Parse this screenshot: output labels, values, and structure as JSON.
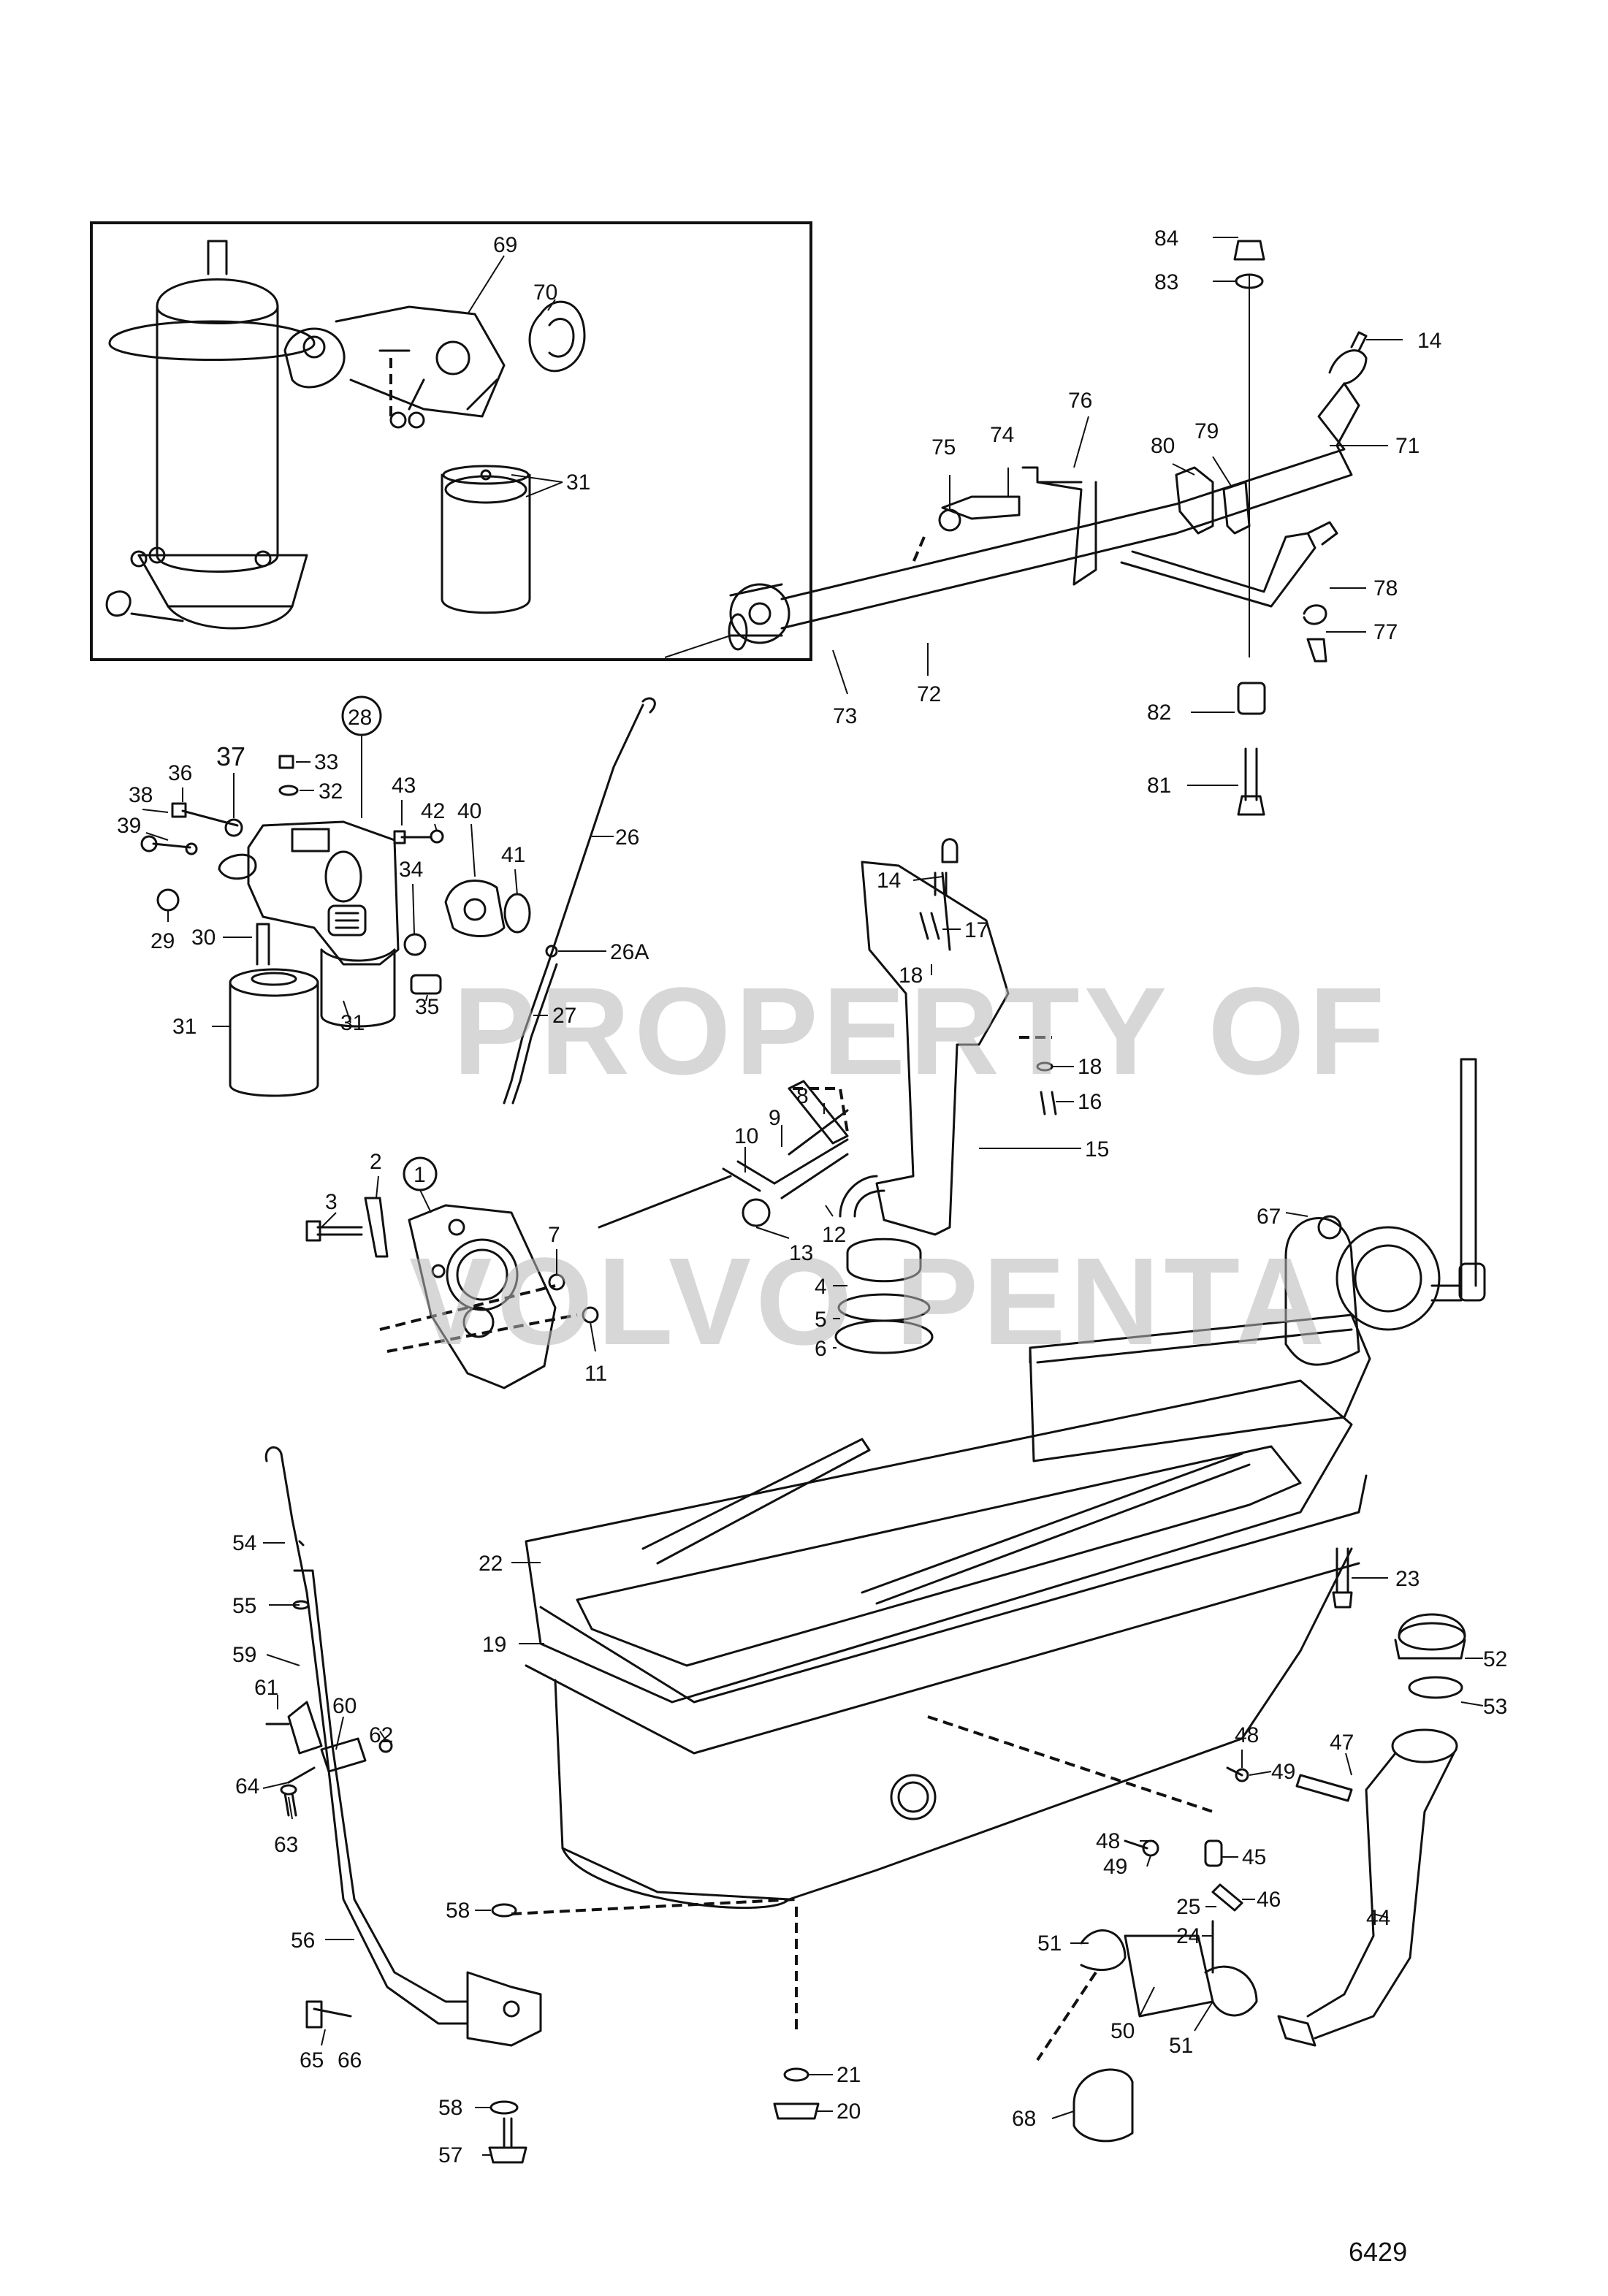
{
  "watermark": [
    "PROPERTY OF",
    "VOLVO PENTA"
  ],
  "figure_number": "6429",
  "callouts": [
    "1",
    "2",
    "3",
    "4",
    "5",
    "6",
    "7",
    "8",
    "9",
    "10",
    "11",
    "12",
    "13",
    "14",
    "15",
    "16",
    "17",
    "18",
    "19",
    "20",
    "21",
    "22",
    "23",
    "24",
    "25",
    "26",
    "26A",
    "27",
    "28",
    "29",
    "30",
    "31",
    "32",
    "33",
    "34",
    "35",
    "36",
    "37",
    "38",
    "39",
    "40",
    "41",
    "42",
    "43",
    "44",
    "45",
    "46",
    "47",
    "48",
    "49",
    "50",
    "51",
    "52",
    "53",
    "54",
    "55",
    "56",
    "57",
    "58",
    "59",
    "60",
    "61",
    "62",
    "63",
    "64",
    "65",
    "66",
    "67",
    "68",
    "69",
    "70",
    "71",
    "72",
    "73",
    "74",
    "75",
    "76",
    "77",
    "78",
    "79",
    "80",
    "81",
    "82",
    "83",
    "84"
  ]
}
